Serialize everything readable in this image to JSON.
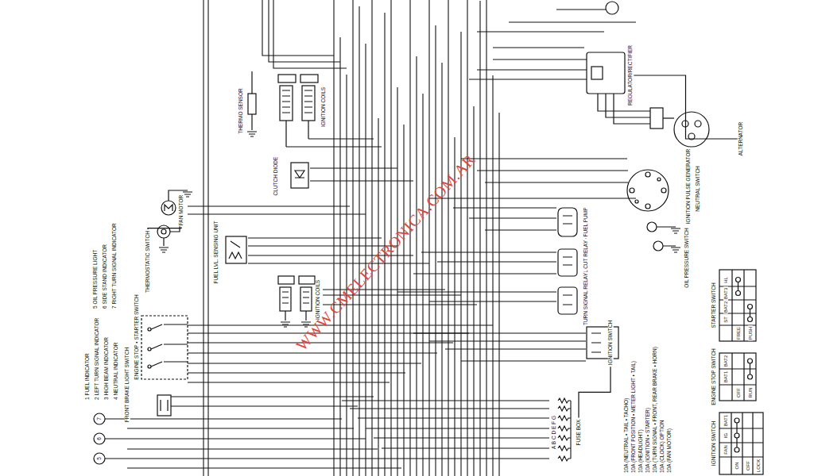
{
  "diagram": {
    "nodes": [
      {
        "text": [
          "THERMO SENSOR"
        ]
      },
      {
        "text": [
          "IGNITION COILS"
        ]
      },
      {
        "text": [
          "CLUTCH DIODE"
        ]
      },
      {
        "text": [
          "FAN MOTOR"
        ]
      },
      {
        "text": [
          "THERMOSTATIC SWITCH"
        ]
      },
      {
        "text": [
          "FUEL LVL. SENSING UNIT"
        ]
      },
      {
        "text": [
          "IGNITION COILS"
        ]
      },
      {
        "text": [
          "ENGINE STOP • STARTER SWITCH"
        ]
      },
      {
        "text": [
          "FRONT BRAKE LIGHT SWITCH"
        ]
      },
      {
        "text": [
          "REGULATOR/RECTIFIER"
        ]
      },
      {
        "text": [
          "ALTERNATOR"
        ]
      },
      {
        "text": [
          "IGNITION PULSE GENERATOR"
        ]
      },
      {
        "text": [
          "NEUTRAL SWITCH"
        ]
      },
      {
        "text": [
          "OIL PRESSURE SWITCH"
        ]
      },
      {
        "text": [
          "FUEL PUMP"
        ]
      },
      {
        "text": [
          "FUEL CUT RELAY"
        ]
      },
      {
        "text": [
          "TURN SIGNAL RELAY"
        ]
      },
      {
        "text": [
          "IGNITION SWITCH"
        ]
      },
      {
        "text": [
          "FUSE BOX"
        ]
      }
    ],
    "edges": [
      {
        "from": 4,
        "to": 3,
        "arrow": "none"
      },
      {
        "from": 9,
        "to": 10,
        "arrow": "none"
      },
      {
        "from": 15,
        "to": 14,
        "arrow": "none"
      },
      {
        "from": 17,
        "to": 18,
        "arrow": "none"
      }
    ],
    "labels": [
      "5 OIL PRESSURE LIGHT",
      "6 SIDE STAND INDICATOR",
      "7 RIGHT TURN SIGNAL INDICATOR",
      "1 FUEL INDICATOR",
      "2 LEFT TURN SIGNAL INDICATOR",
      "3 HIGH BEAM INDICATOR",
      "4 NEUTRAL INDICATOR",
      "7",
      "6",
      "5",
      "STARTER SWITCH",
      "ST",
      "BAT2",
      "BAT3",
      "HL",
      "FREE",
      "PUSH",
      "ENGINE STOP SWITCH",
      "BAT1",
      "BAT2",
      "OFF",
      "RUN",
      "IGNITION SWITCH",
      "FAN",
      "IG",
      "BAT1",
      "ON",
      "OFF",
      "LOCK",
      "A B C D E F G",
      "10A (NEUTRAL • TAIL • TACHO)",
      "10A (FRONT POSITION • METER LIGHT • TAIL)",
      "10A (HEADLIGHT)",
      "10A (IGNITION • STARTER)",
      "10A (TURN SIGNAL • FRONT, REAR BRAKE • HORN)",
      "10A (CLOCK) OPTION",
      "10A (FAN MOTOR)",
      "WWW.CMELECTRONICA.COM.AR"
    ]
  }
}
